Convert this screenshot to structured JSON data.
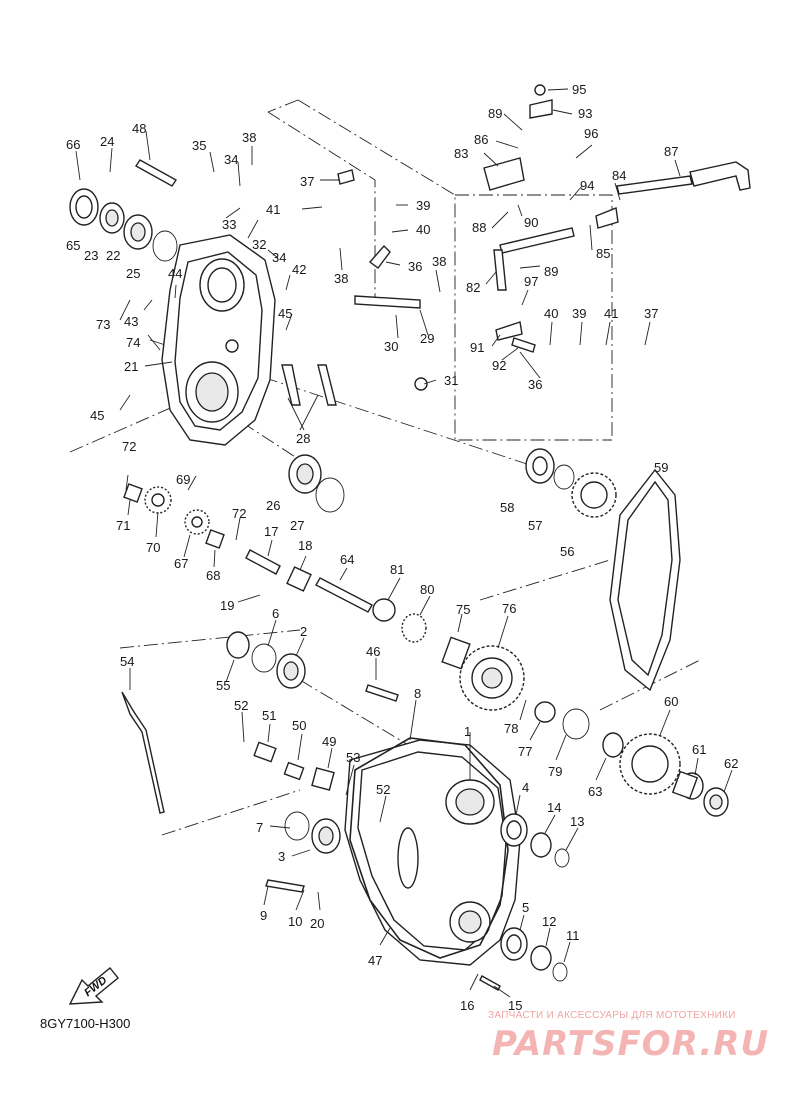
{
  "diagram": {
    "code": "8GY7100-H300",
    "fwd_label": "FWD",
    "watermark_caption": "ЗАПЧАСТИ И АКСЕССУАРЫ ДЛЯ МОТОТЕХНИКИ",
    "watermark_logo": "PARTSFOR.RU"
  },
  "callouts": [
    "1",
    "2",
    "3",
    "4",
    "5",
    "6",
    "7",
    "8",
    "9",
    "10",
    "11",
    "12",
    "13",
    "14",
    "15",
    "16",
    "17",
    "18",
    "19",
    "20",
    "21",
    "22",
    "23",
    "24",
    "25",
    "26",
    "27",
    "28",
    "29",
    "30",
    "31",
    "32",
    "33",
    "34",
    "34",
    "35",
    "36",
    "36",
    "37",
    "37",
    "38",
    "38",
    "38",
    "39",
    "39",
    "40",
    "40",
    "41",
    "41",
    "42",
    "43",
    "44",
    "45",
    "45",
    "46",
    "47",
    "48",
    "49",
    "50",
    "51",
    "52",
    "52",
    "53",
    "54",
    "55",
    "56",
    "57",
    "58",
    "59",
    "60",
    "61",
    "62",
    "63",
    "64",
    "65",
    "66",
    "67",
    "68",
    "69",
    "70",
    "71",
    "72",
    "72",
    "73",
    "74",
    "75",
    "76",
    "77",
    "78",
    "79",
    "80",
    "81",
    "82",
    "83",
    "84",
    "85",
    "86",
    "87",
    "88",
    "89",
    "89",
    "90",
    "91",
    "92",
    "93",
    "94",
    "95",
    "96",
    "97"
  ],
  "colors": {
    "line": "#222222",
    "watermark": "#f4b4b4"
  }
}
